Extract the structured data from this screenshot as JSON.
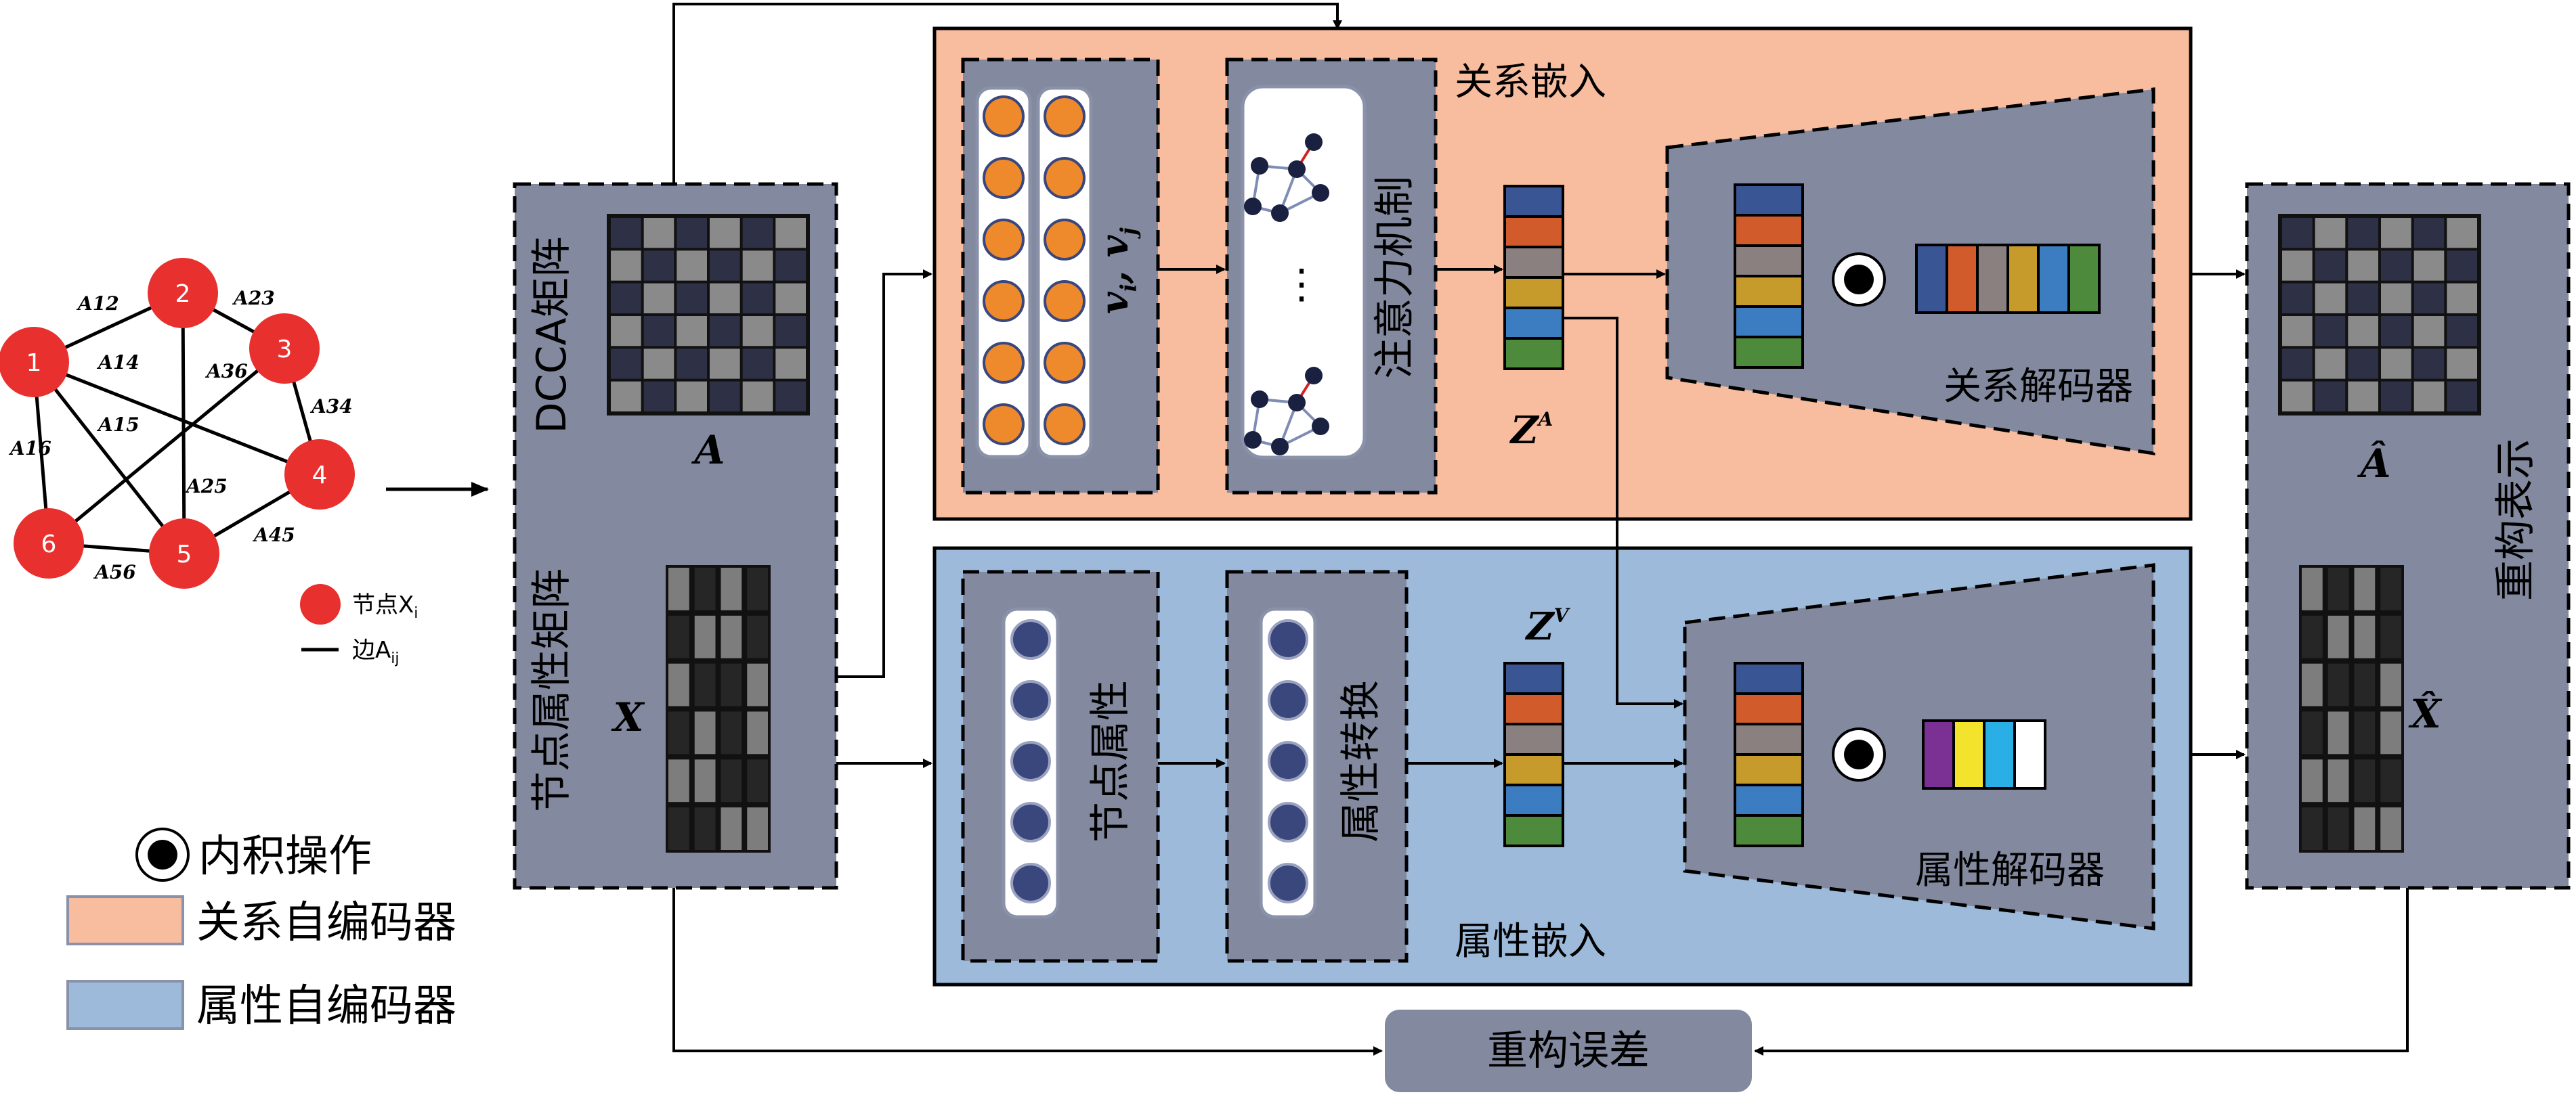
{
  "colors": {
    "relation_bg": "#f8bd9f",
    "attribute_bg": "#9dbada",
    "gray_panel": "#838a9f",
    "node_red": "#e8302e",
    "node_orange": "#ee8a2b",
    "node_navy": "#3a477c",
    "embed_colors": [
      "#3a5594",
      "#d15b2a",
      "#8a8080",
      "#c79a2c",
      "#3c7cc0",
      "#4d8a3b"
    ],
    "attr_decoder_colors": [
      "#7b3193",
      "#f4e32c",
      "#29aee5",
      "#ffffff"
    ]
  },
  "graph": {
    "nodes": [
      "1",
      "2",
      "3",
      "4",
      "5",
      "6"
    ],
    "edge_labels": [
      "A12",
      "A23",
      "A14",
      "A36",
      "A34",
      "A15",
      "A25",
      "A16",
      "A45",
      "A56"
    ],
    "legend_node": "节点X",
    "legend_node_sub": "i",
    "legend_edge": "边A",
    "legend_edge_sub": "ij"
  },
  "dcca": {
    "title": "DCCA矩阵",
    "matrix_label": "A",
    "attr_title": "节点属性矩阵",
    "attr_label": "X"
  },
  "relation": {
    "title": "关系嵌入",
    "pair_label": "v",
    "pair_sub_i": "i",
    "pair_sep": ", ",
    "pair_sub_j": "j",
    "attention": "注意力机制",
    "dots": "⋮",
    "embed_label": "Z",
    "embed_sup": "A",
    "decoder": "关系解码器"
  },
  "attribute": {
    "title": "属性嵌入",
    "node_attr": "节点属性",
    "transform": "属性转换",
    "embed_label": "Z",
    "embed_sup": "V",
    "decoder": "属性解码器"
  },
  "reconstruct": {
    "title": "重构表示",
    "a_hat": "Â",
    "x_hat": "X̂",
    "error": "重构误差"
  },
  "legend": {
    "inner_product": "内积操作",
    "relation_ae": "关系自编码器",
    "attribute_ae": "属性自编码器"
  }
}
